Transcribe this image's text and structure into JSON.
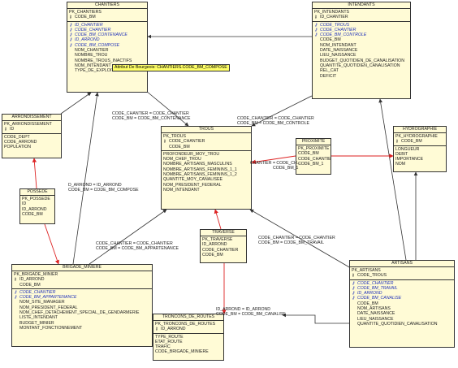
{
  "entities": {
    "chantiers": {
      "title": "CHANTIERS",
      "pk": [
        "PK_CHANTIERS",
        "CODE_BM"
      ],
      "fk": [
        {
          "text": "ID_CHANTIER",
          "fk": true,
          "key": true
        },
        {
          "text": "CODE_CHANTIER",
          "fk": true,
          "key": true
        },
        {
          "text": "CODE_BM_CONTENANCE",
          "fk": true,
          "key": true
        },
        {
          "text": "ID_ARROND",
          "fk": true,
          "key": true
        },
        {
          "text": "CODE_BM_COMPOSE",
          "fk": true,
          "key": true
        },
        {
          "text": "NOM_CHANTIER",
          "fk": false,
          "key": false
        },
        {
          "text": "NOMBRE_TROU",
          "fk": false,
          "key": false
        },
        {
          "text": "NOMBRE_TROUS_INACTIFS",
          "fk": false,
          "key": false
        },
        {
          "text": "NOM_INTENDANT",
          "fk": false,
          "key": false
        },
        {
          "text": "TYPE_DE_EXPLOITE",
          "fk": false,
          "key": false
        }
      ]
    },
    "intendants": {
      "title": "INTENDANTS",
      "pk": [
        "PK_INTENDANTS",
        "ID_CHANTIER"
      ],
      "fk": [
        {
          "text": "CODE_TROUS",
          "fk": true,
          "key": true
        },
        {
          "text": "CODE_CHANTIER",
          "fk": true,
          "key": true
        },
        {
          "text": "CODE_BM_CONTROLE",
          "fk": true,
          "key": true
        },
        {
          "text": "CODE_BM",
          "fk": false,
          "key": false
        },
        {
          "text": "NOM_INTENDANT",
          "fk": false,
          "key": false
        },
        {
          "text": "DATE_NAISSANCE",
          "fk": false,
          "key": false
        },
        {
          "text": "LIEU_NAISSANCE",
          "fk": false,
          "key": false
        },
        {
          "text": "BUDGET_QUOTIDIEN_DE_CANALISATION",
          "fk": false,
          "key": false
        },
        {
          "text": "QUANTITE_QUOTIDIEN_CANALISATION",
          "fk": false,
          "key": false
        },
        {
          "text": "REL_CAT",
          "fk": false,
          "key": false
        },
        {
          "text": "DEFICIT",
          "fk": false,
          "key": false
        }
      ]
    },
    "arrondissement": {
      "title": "ARRONDISSEMENT",
      "pk": [
        "PK_ARRONDISSEMENT",
        "ID"
      ],
      "fk": [
        {
          "text": "CODE_DEPT",
          "fk": false,
          "key": false
        },
        {
          "text": "CODE_ARROND",
          "fk": false,
          "key": false
        },
        {
          "text": "POPULATION",
          "fk": false,
          "key": false
        }
      ]
    },
    "trous": {
      "title": "TROUS",
      "pk": [
        "PK_TROUS",
        "CODE_CHANTIER",
        "CODE_BM"
      ],
      "fk": [
        {
          "text": "PROFONDEUR_MOY_TROU",
          "fk": false,
          "key": false
        },
        {
          "text": "NOM_CHEF_TROU",
          "fk": false,
          "key": false
        },
        {
          "text": "NOMBRE_ARTISANS_MASCULINS",
          "fk": false,
          "key": false
        },
        {
          "text": "NOMBRE_ARTISANS_FEMININS_1_1",
          "fk": false,
          "key": false
        },
        {
          "text": "NOMBRE_ARTISANS_FEMININS_1_2",
          "fk": false,
          "key": false
        },
        {
          "text": "QUANTITE_MOY_CANALISEE",
          "fk": false,
          "key": false
        },
        {
          "text": "NOM_PRESIDENT_FEDERAL",
          "fk": false,
          "key": false
        },
        {
          "text": "NOM_INTENDANT",
          "fk": false,
          "key": false
        }
      ]
    },
    "proximite": {
      "title": "PROXIMITE",
      "pk": [
        "PK_PROXIMITE",
        "CODE_BM",
        "CODE_CHANTIER",
        "CODE_BM_1"
      ],
      "fk": []
    },
    "hydrographie": {
      "title": "HYDROGRAPHIE",
      "pk": [
        "PK_HYDROGRAPHIE",
        "CODE_BM"
      ],
      "fk": [
        {
          "text": "LONGUEUR",
          "fk": false,
          "key": false
        },
        {
          "text": "DEBIT",
          "fk": false,
          "key": false
        },
        {
          "text": "IMPORTANCE",
          "fk": false,
          "key": false
        },
        {
          "text": "NOM",
          "fk": false,
          "key": false
        }
      ]
    },
    "possede": {
      "title": "POSSEDE",
      "pk": [
        "PK_POSSEDE",
        "ID",
        "ID_ARROND",
        "CODE_BM"
      ],
      "fk": []
    },
    "traverse": {
      "title": "TRAVERSE",
      "pk": [
        "PK_TRAVERSE",
        "ID_ARROND",
        "CODE_CHANTIER",
        "CODE_BM"
      ],
      "fk": []
    },
    "brigade": {
      "title": "BRIGADE_MINIERE",
      "pk": [
        "PK_BRIGADE_MINIER",
        "ID_ARROND",
        "CODE_BM"
      ],
      "fk": [
        {
          "text": "CODE_CHANTIER",
          "fk": true,
          "key": true
        },
        {
          "text": "CODE_BM_APPARTENANCE",
          "fk": true,
          "key": true
        },
        {
          "text": "NOM_SITE_MANAGER",
          "fk": false,
          "key": false
        },
        {
          "text": "NOM_PRESIDENT_FEDERAL",
          "fk": false,
          "key": false
        },
        {
          "text": "NOM_CHEF_DETACHEMENT_SPECIAL_DE_GENDARMERIE",
          "fk": false,
          "key": false
        },
        {
          "text": "LISTE_INTENDANT",
          "fk": false,
          "key": false
        },
        {
          "text": "BUDGET_MINIER",
          "fk": false,
          "key": false
        },
        {
          "text": "MONTANT_FONCTIONNEMENT",
          "fk": false,
          "key": false
        }
      ]
    },
    "troncons": {
      "title": "TRONCONS_DE_ROUTES",
      "pk": [
        "PK_TRONCONS_DE_ROUTES",
        "ID_ARROND"
      ],
      "fk": [
        {
          "text": "TYPE_ROUTE",
          "fk": false,
          "key": false
        },
        {
          "text": "ETAT_ROUTE",
          "fk": false,
          "key": false
        },
        {
          "text": "TRAFIC",
          "fk": false,
          "key": false
        },
        {
          "text": "CODE_BRIGADE_MINIERE",
          "fk": false,
          "key": false
        }
      ]
    },
    "artisans": {
      "title": "ARTISANS",
      "pk": [
        "PK_ARTISANS",
        "CODE_TROUS"
      ],
      "fk": [
        {
          "text": "CODE_CHANTIER",
          "fk": true,
          "key": true
        },
        {
          "text": "CODE_BM_TRAVAIL",
          "fk": true,
          "key": true
        },
        {
          "text": "ID_ARROND",
          "fk": true,
          "key": true
        },
        {
          "text": "CODE_BM_CANALISE",
          "fk": true,
          "key": true
        },
        {
          "text": "CODE_BM",
          "fk": false,
          "key": false
        },
        {
          "text": "NOM_ARTISANS",
          "fk": false,
          "key": false
        },
        {
          "text": "DATE_NAISSANCE",
          "fk": false,
          "key": false
        },
        {
          "text": "LIEU_NAISSANCE",
          "fk": false,
          "key": false
        },
        {
          "text": "QUANTITE_QUOTIDIEN_CANALISATION",
          "fk": false,
          "key": false
        }
      ]
    }
  },
  "tooltip": "Attribut De Bourgeois: CHANTIERS.CODE_BM_COMPOSE",
  "labels": {
    "l_ch_trous": [
      "CODE_CHANTIER = CODE_CHANTIER",
      "CODE_BM = CODE_BM_CONTENANCE"
    ],
    "l_int_trous": [
      "CODE_CHANTIER = CODE_CHANTIER",
      "CODE_BM = CODE_BM_CONTROLE"
    ],
    "l_prox_trous": [
      "CHANTIER = CODE_CH...",
      "CODE_BM_1"
    ],
    "l_arr_ch": [
      "D_ARROND = ID_ARROND",
      "CODE_BM = CODE_BM_COMPOSE"
    ],
    "l_brig_trous": [
      "CODE_CHANTIER = CODE_CHANTIER",
      "CODE_BM = CODE_BM_APPARTENANCE"
    ],
    "l_art_trous": [
      "CODE_CHANTIER = CODE_CHANTIER",
      "CODE_BM = CODE_BM_TRAVAIL"
    ],
    "l_art_tronc": [
      "ID_ARROND = ID_ARROND",
      "CODE_BM = CODE_BM_CANALISE"
    ]
  },
  "colors": {
    "fk_edge": "#333333",
    "assoc_edge": "#dd2222",
    "entity_bg": "#fffbd6"
  }
}
